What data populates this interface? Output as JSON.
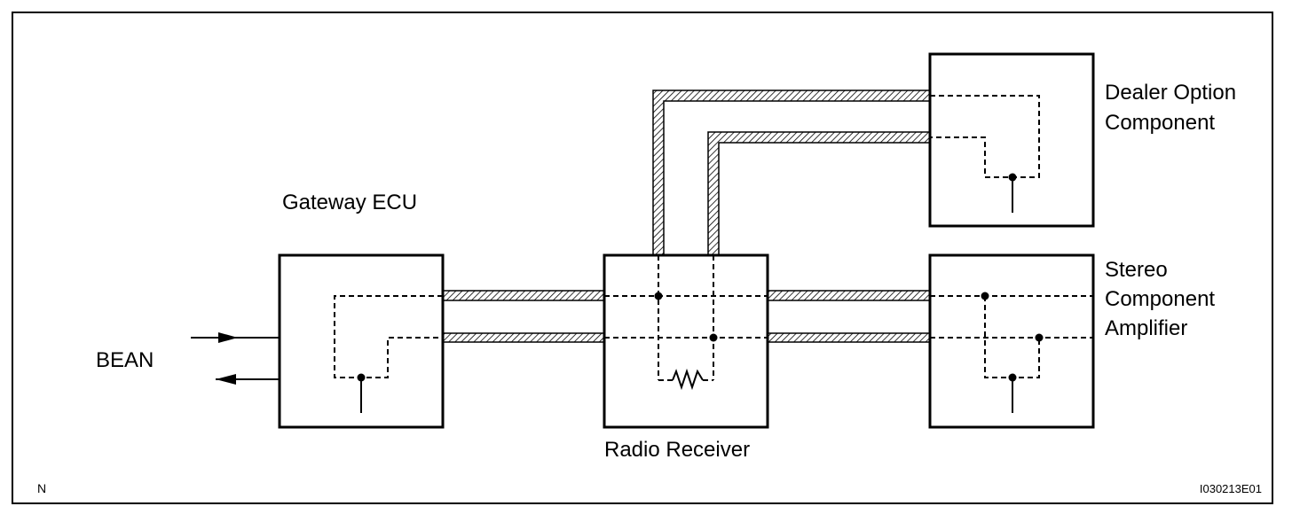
{
  "components": {
    "gateway_ecu": "Gateway ECU",
    "radio_receiver": "Radio Receiver",
    "dealer_option_line1": "Dealer Option",
    "dealer_option_line2": "Component",
    "stereo_amp_line1": "Stereo",
    "stereo_amp_line2": "Component",
    "stereo_amp_line3": "Amplifier"
  },
  "bus_label": "BEAN",
  "corner_label": "N",
  "figure_id": "I030213E01"
}
